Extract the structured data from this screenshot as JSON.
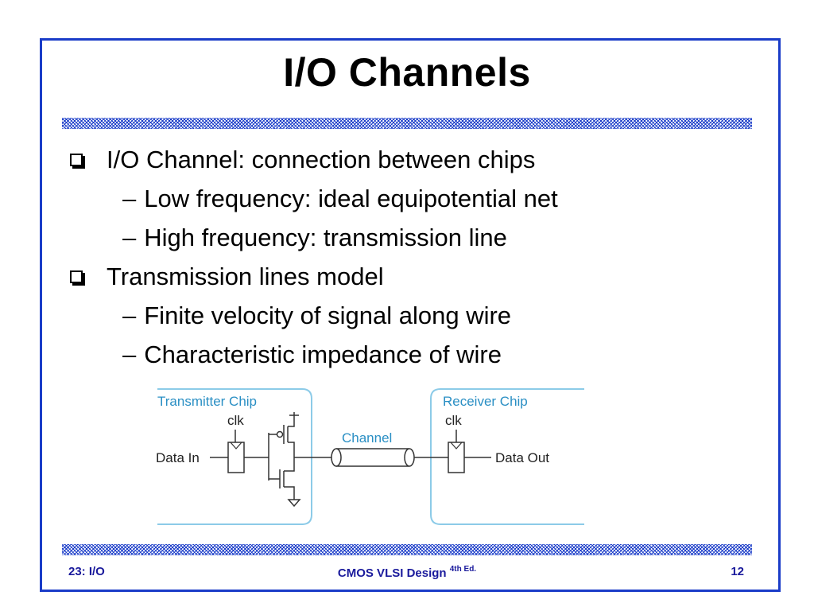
{
  "slide": {
    "title": "I/O Channels",
    "bullets": [
      {
        "text": "I/O Channel: connection between chips",
        "sub": [
          "Low frequency: ideal equipotential net",
          "High frequency: transmission line"
        ]
      },
      {
        "text": "Transmission lines model",
        "sub": [
          "Finite velocity of signal along wire",
          "Characteristic impedance of wire"
        ]
      }
    ],
    "dash": "–"
  },
  "diagram": {
    "transmitter_label": "Transmitter Chip",
    "receiver_label": "Receiver Chip",
    "clk_tx": "clk",
    "clk_rx": "clk",
    "data_in": "Data In",
    "data_out": "Data Out",
    "channel_label": "Channel"
  },
  "footer": {
    "left": "23: I/O",
    "center": "CMOS VLSI Design",
    "center_sup": "4th Ed.",
    "right": "12"
  },
  "colors": {
    "frame": "#1a3cc8",
    "footer_text": "#1a1a9c",
    "chip_outline": "#8ccbe8",
    "chip_label": "#2a8fc4"
  }
}
